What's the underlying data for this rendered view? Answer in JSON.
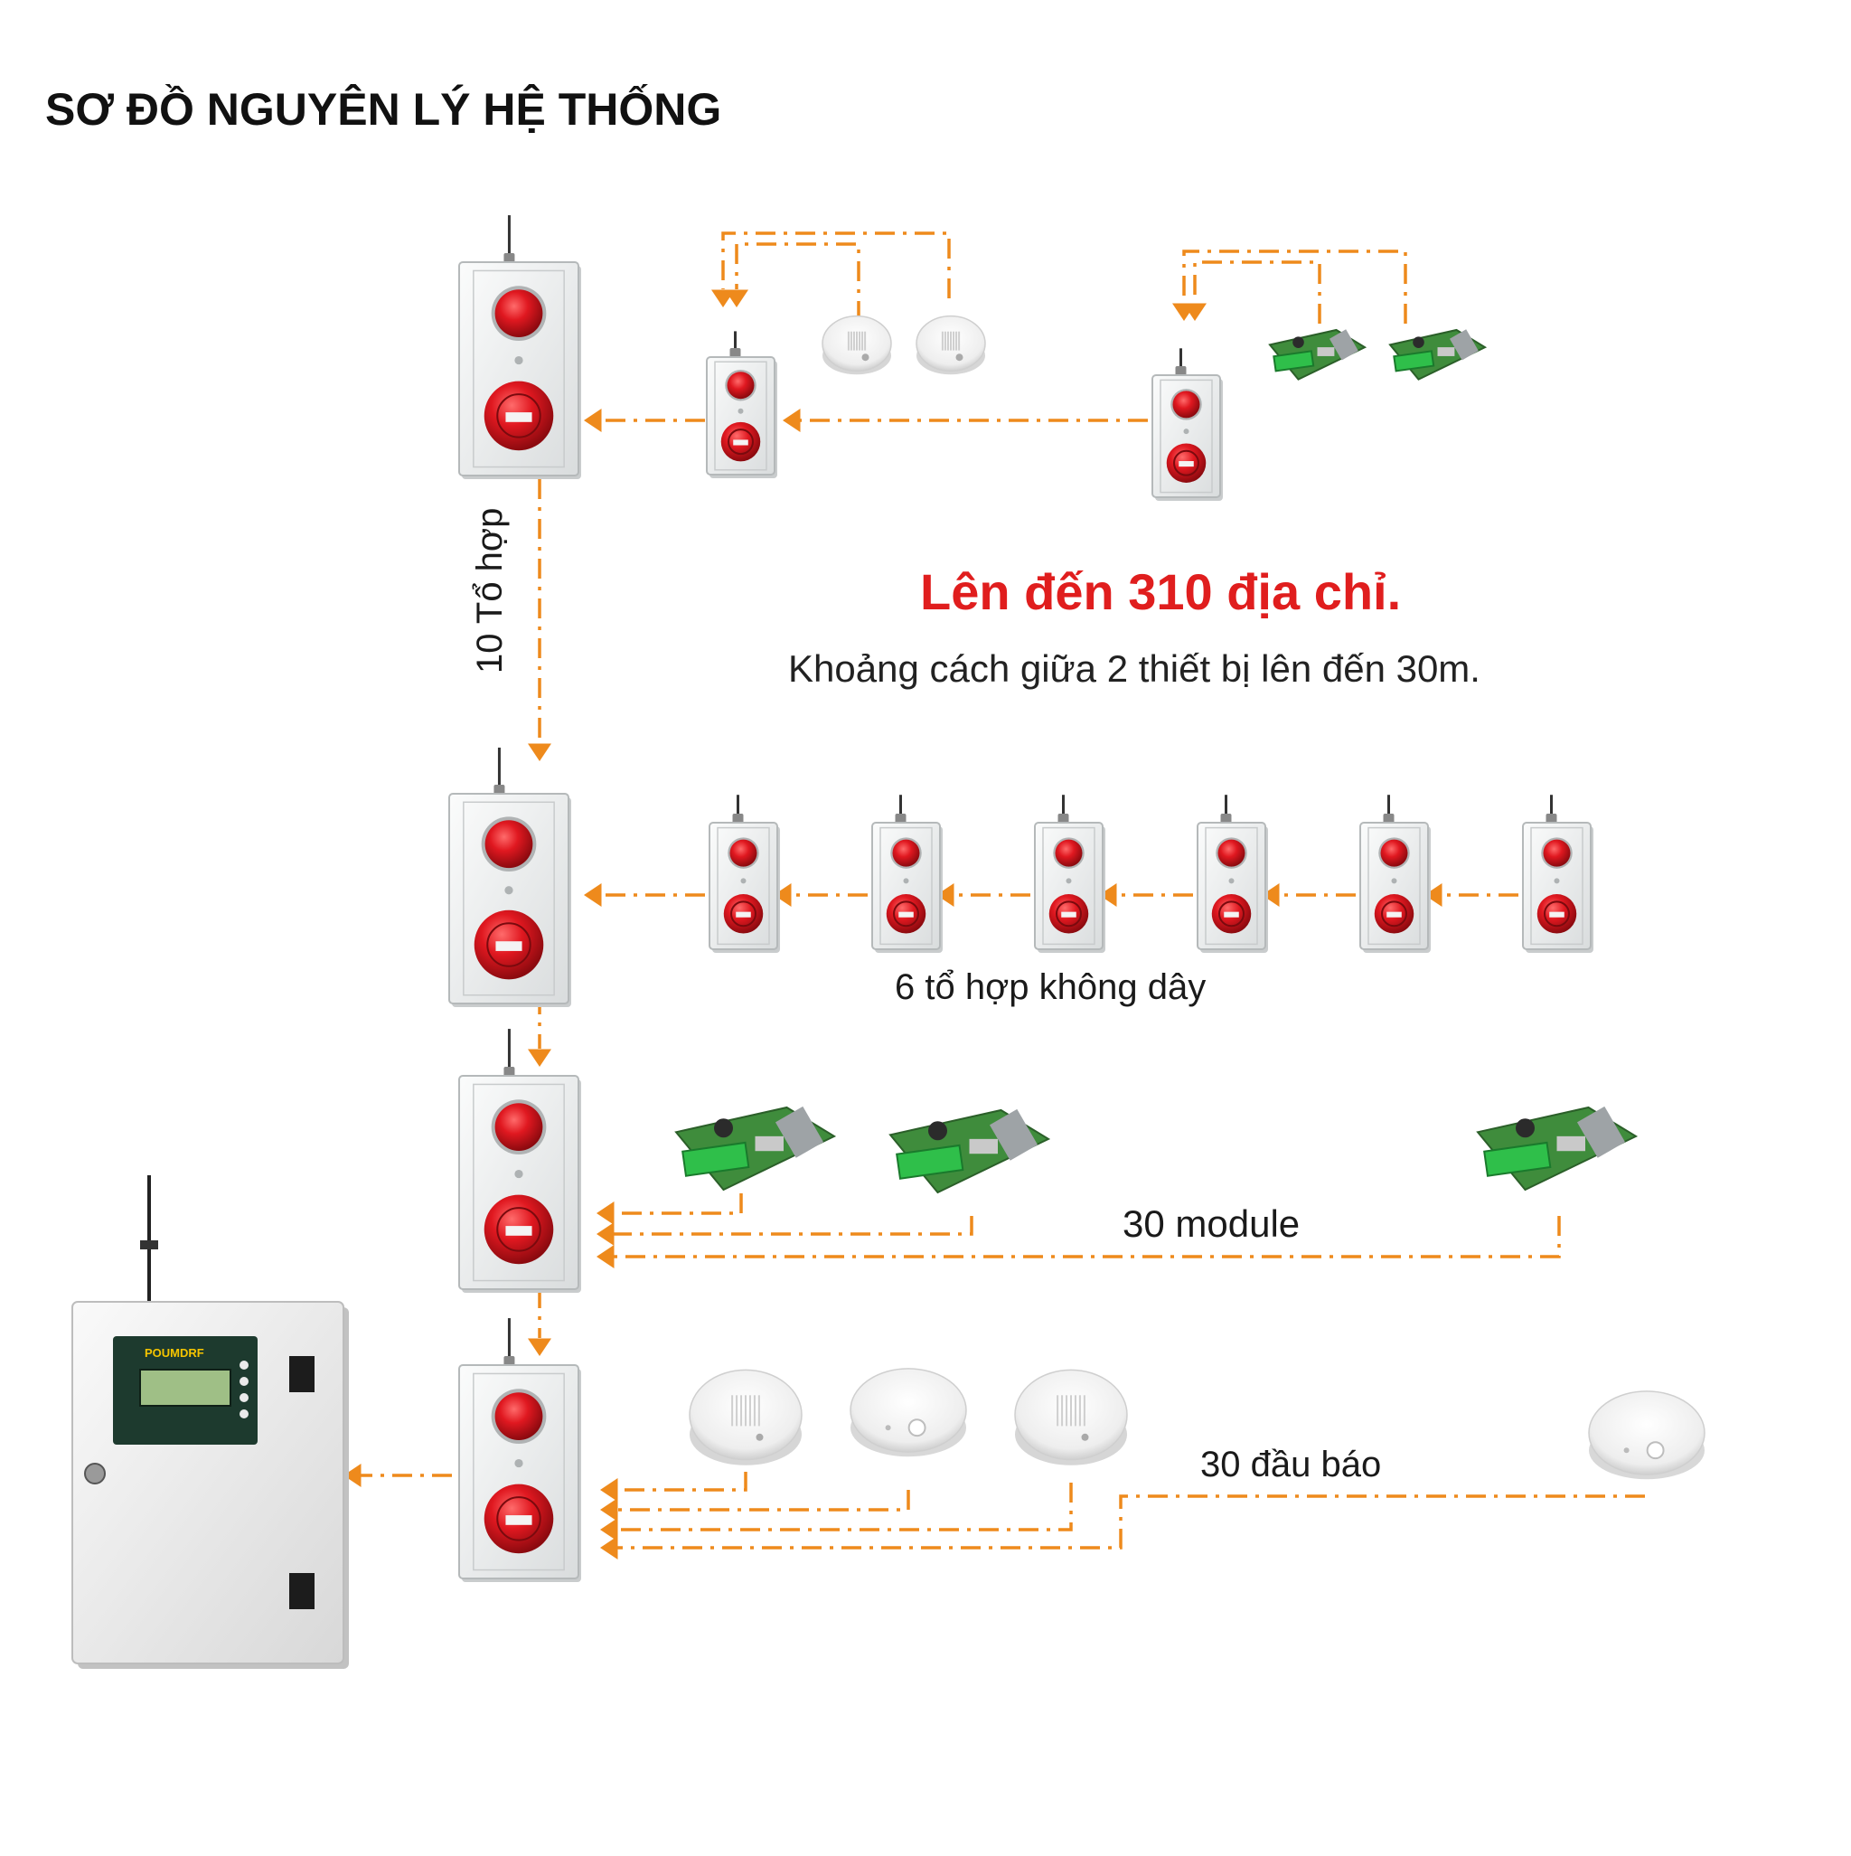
{
  "diagram": {
    "title": "SƠ ĐỒ NGUYÊN LÝ HỆ THỐNG",
    "headline": "Lên đến 310 địa chỉ.",
    "subline": "Khoảng cách giữa 2 thiết bị lên đến 30m.",
    "labels": {
      "combos_10": "10 Tổ hợp",
      "wireless_6": "6 tổ hợp không dây",
      "modules_30": "30 module",
      "detectors_30": "30 đầu báo"
    },
    "panel": {
      "brand": "POUMDRF"
    },
    "colors": {
      "connector": "#ee8a1c",
      "bell": "#d8141c",
      "device_body": "#f3f5f5",
      "pcb": "#3f8c3c",
      "terminal": "#2fbf4a",
      "headline": "#e01e1e"
    },
    "icons": [
      "antenna-icon",
      "bell-icon",
      "call-point-icon",
      "smoke-detector-icon",
      "heat-detector-icon",
      "module-board-icon",
      "control-panel-icon"
    ]
  }
}
